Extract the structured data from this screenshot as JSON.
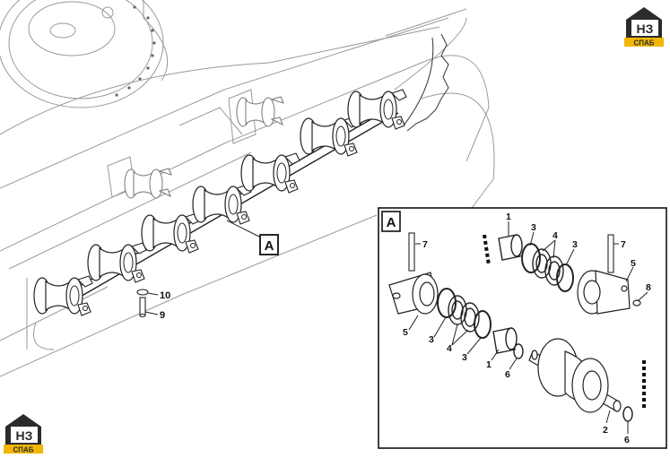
{
  "diagram": {
    "callout_label": "A",
    "main_callouts": [
      {
        "id": "c10",
        "text": "10"
      },
      {
        "id": "c9",
        "text": "9"
      }
    ],
    "detail": {
      "label": "A",
      "callouts": [
        {
          "id": "d1a",
          "text": "1"
        },
        {
          "id": "d3a",
          "text": "3"
        },
        {
          "id": "d4a",
          "text": "4"
        },
        {
          "id": "d3b",
          "text": "3"
        },
        {
          "id": "d7a",
          "text": "7"
        },
        {
          "id": "d7b",
          "text": "7"
        },
        {
          "id": "d5a",
          "text": "5"
        },
        {
          "id": "d8",
          "text": "8"
        },
        {
          "id": "d5b",
          "text": "5"
        },
        {
          "id": "d3c",
          "text": "3"
        },
        {
          "id": "d4b",
          "text": "4"
        },
        {
          "id": "d3d",
          "text": "3"
        },
        {
          "id": "d1b",
          "text": "1"
        },
        {
          "id": "d6a",
          "text": "6"
        },
        {
          "id": "d2",
          "text": "2"
        },
        {
          "id": "d6b",
          "text": "6"
        }
      ]
    }
  },
  "branding": {
    "logo_text": "НЗ",
    "logo_subtext": "СПАБ",
    "logo_colors": {
      "house": "#2b2b2b",
      "accent": "#f2b705"
    }
  }
}
